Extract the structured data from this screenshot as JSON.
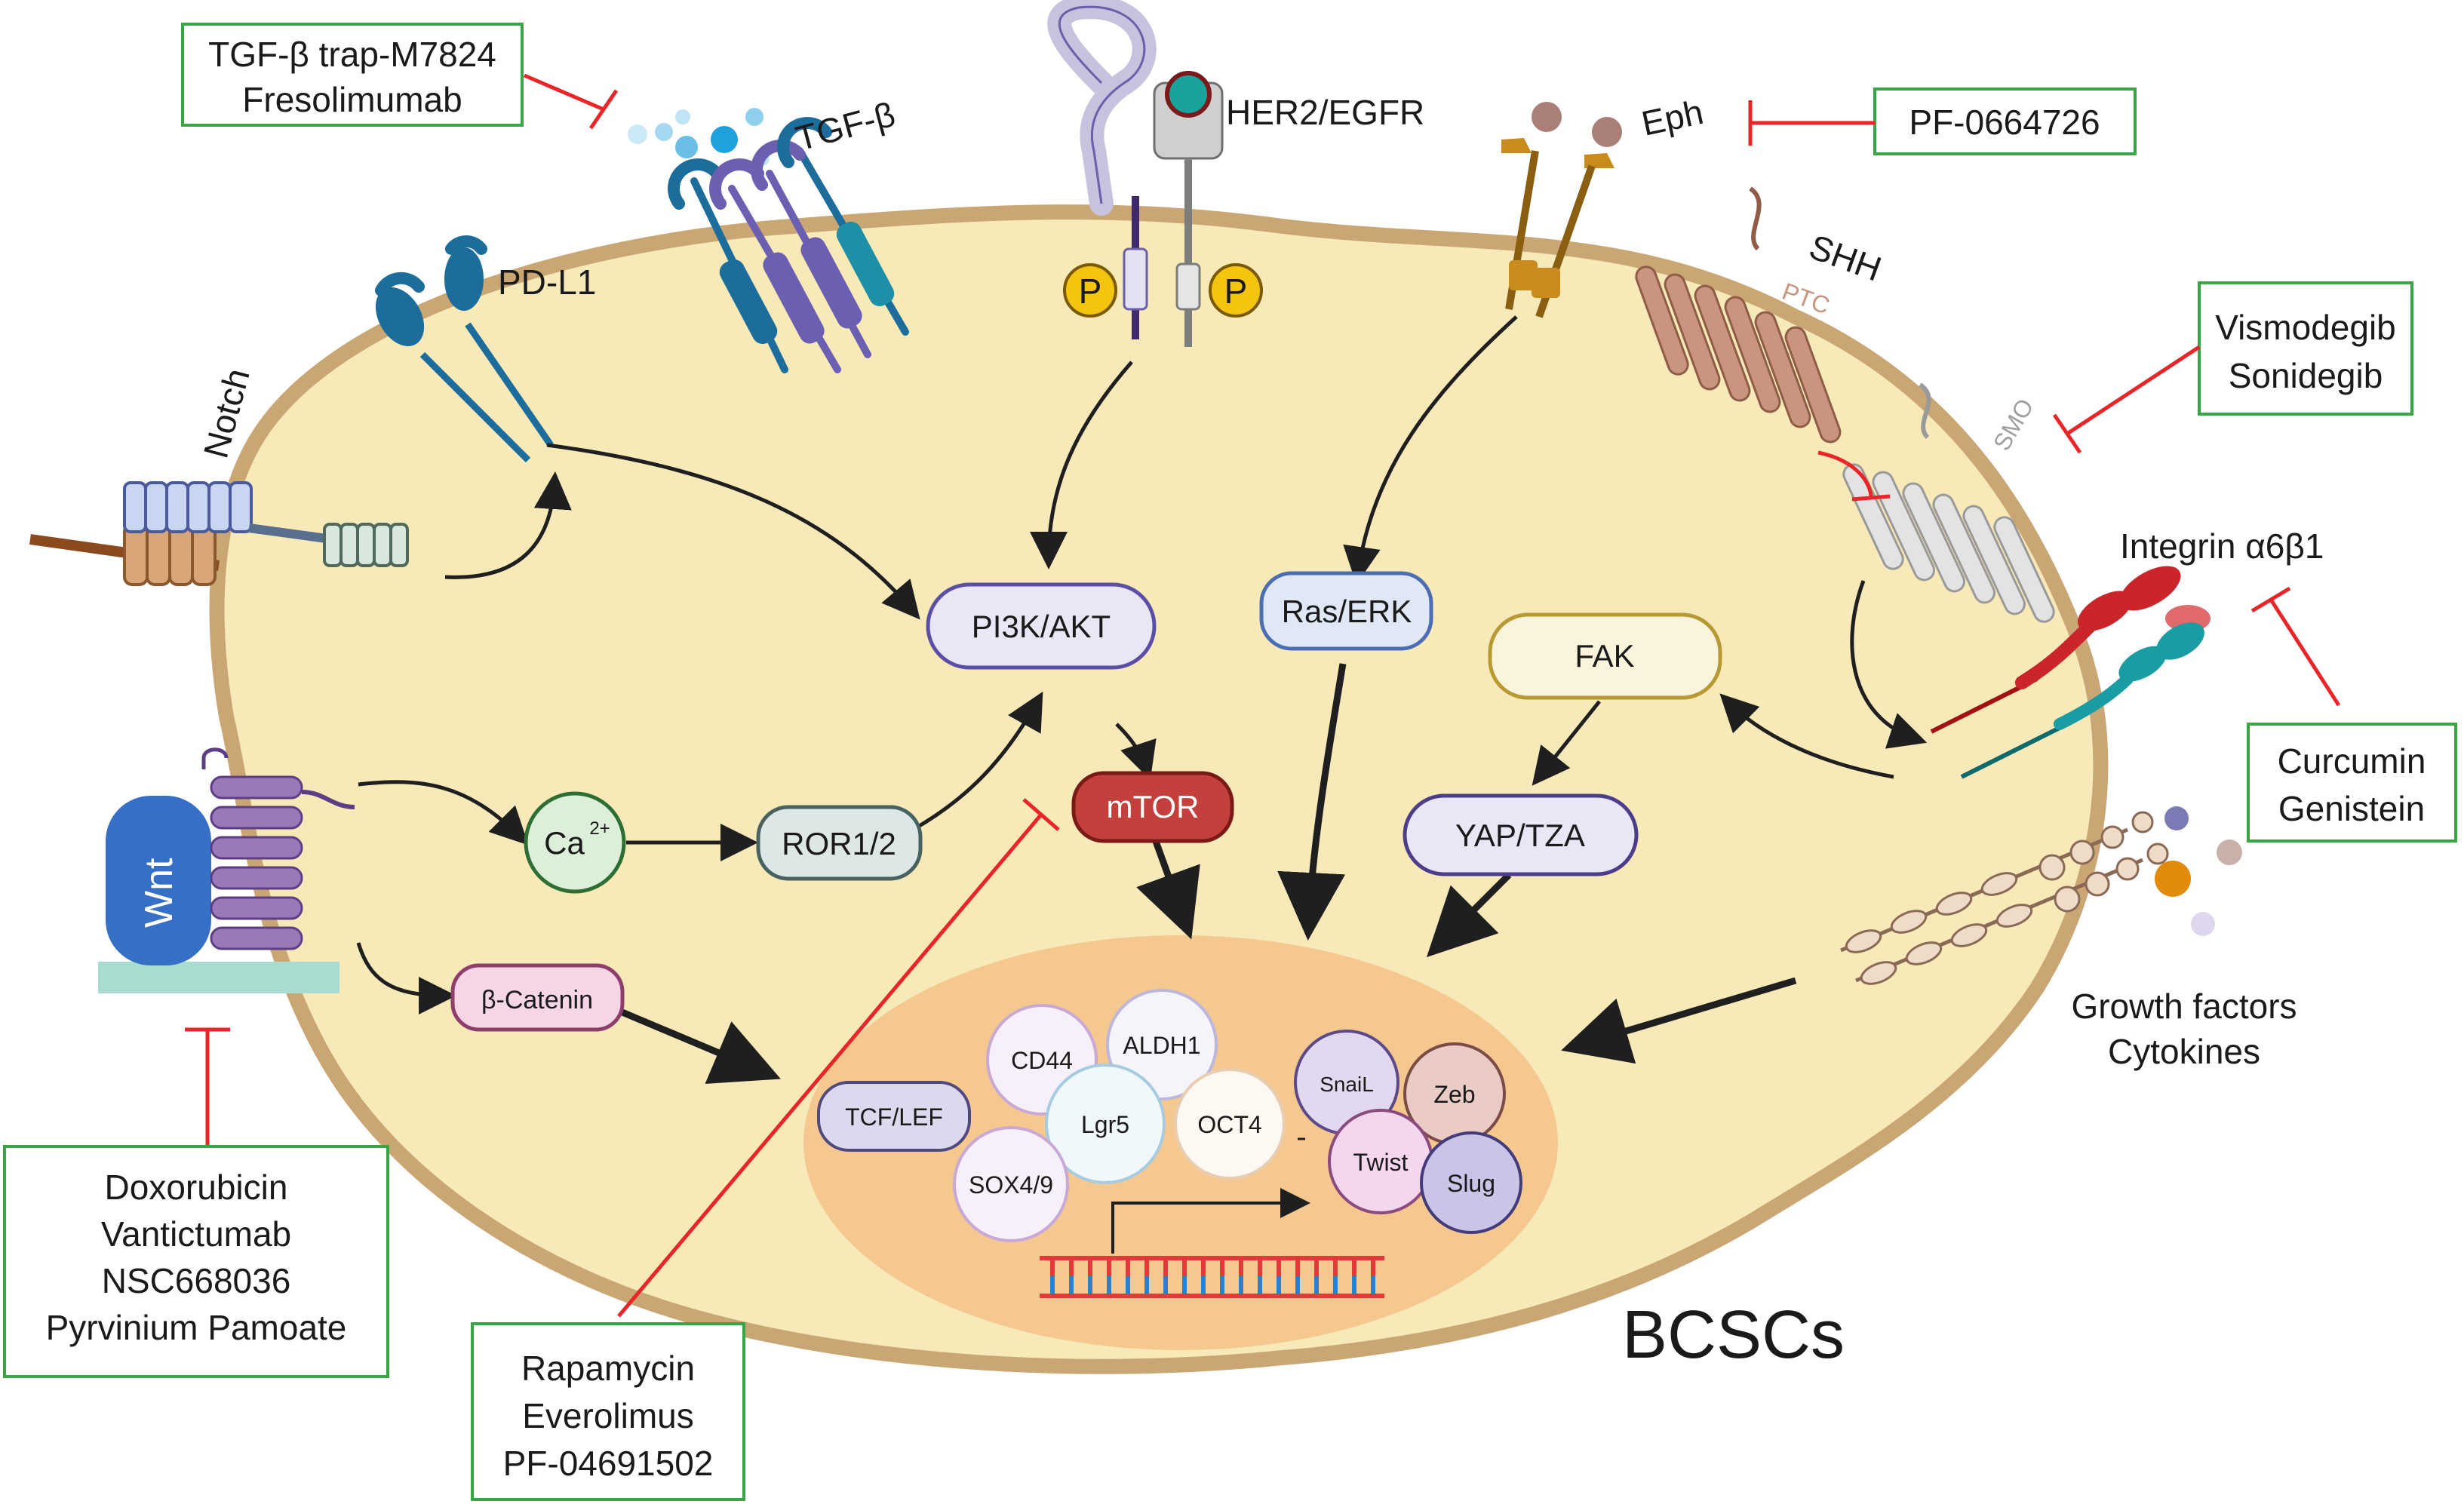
{
  "colors": {
    "cell_fill": "#f8e9b9",
    "cell_border": "#c9a674",
    "nucleus_fill": "#f4c88e",
    "inhibitor": "#e8262a",
    "drug_box_border": "#3aa545",
    "arrow": "#1f1f1f"
  },
  "drugs": {
    "tgfb": [
      "TGF-β trap-M7824",
      "Fresolimumab"
    ],
    "eph": [
      "PF-0664726"
    ],
    "hedgehog": [
      "Vismodegib",
      "Sonidegib"
    ],
    "integrin": [
      "Curcumin",
      "Genistein"
    ],
    "wnt": [
      "Doxorubicin",
      "Vantictumab",
      "NSC668036",
      "Pyrvinium Pamoate"
    ],
    "mtor": [
      "Rapamycin",
      "Everolimus",
      "PF-04691502"
    ]
  },
  "receptors": {
    "tgfb": "TGF-β",
    "her2": "HER2/EGFR",
    "phospho": "P",
    "eph": "Eph",
    "shh": "SHH",
    "ptc": "PTC",
    "smo": "SMO",
    "integrin": "Integrin α6β1",
    "growth_factors": [
      "Growth factors",
      "Cytokines"
    ],
    "pdl1": "PD-L1",
    "notch": "Notch",
    "wnt": "Wnt"
  },
  "nodes": {
    "pi3k": "PI3K/AKT",
    "ras": "Ras/ERK",
    "fak": "FAK",
    "yap": "YAP/TZA",
    "mtor": "mTOR",
    "ca": "Ca",
    "ca_sup": "2+",
    "ror": "ROR1/2",
    "bcat": "β-Catenin"
  },
  "nucleus_markers": {
    "cd44": "CD44",
    "aldh1": "ALDH1",
    "tcf": "TCF/LEF",
    "lgr5": "Lgr5",
    "oct4": "OCT4",
    "sox": "SOX4/9",
    "snail": "SnaiL",
    "zeb": "Zeb",
    "twist": "Twist",
    "slug": "Slug"
  },
  "cell_label": "BCSCs"
}
